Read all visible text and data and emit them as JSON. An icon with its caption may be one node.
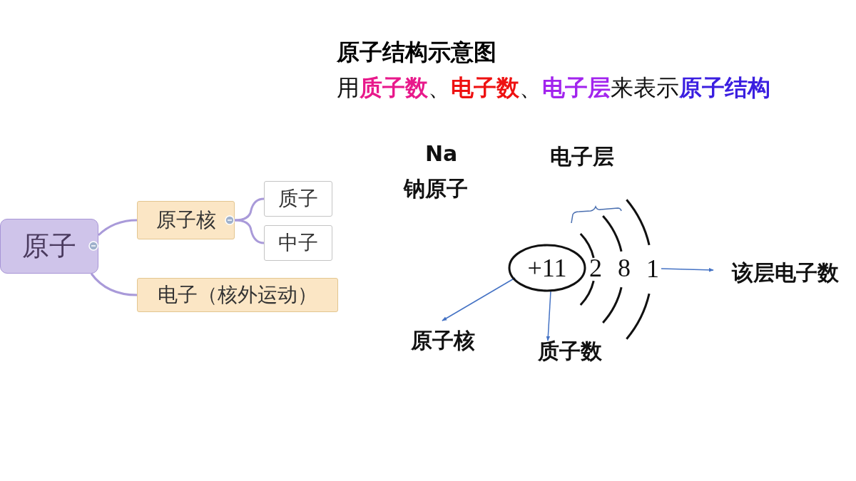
{
  "diagram": {
    "title": "原子结构示意图",
    "nodes": [
      {
        "text": [
          "原子"
        ]
      },
      {
        "text": [
          "原子核"
        ]
      },
      {
        "text": [
          "质子"
        ]
      },
      {
        "text": [
          "中子"
        ]
      },
      {
        "text": [
          "电子（核外运动）"
        ]
      },
      {
        "text": [
          "+11"
        ]
      },
      {
        "text": [
          "1"
        ]
      },
      {
        "text": [
          "原子核"
        ]
      },
      {
        "text": [
          "质子数"
        ]
      },
      {
        "text": [
          "该层电子数"
        ]
      }
    ],
    "edges": [
      {
        "from": 0,
        "to": 1,
        "arrow": "none",
        "color": "#a99ad9"
      },
      {
        "from": 1,
        "to": 2,
        "arrow": "none",
        "color": "#a99ad9"
      },
      {
        "from": 1,
        "to": 3,
        "arrow": "none",
        "color": "#a99ad9"
      },
      {
        "from": 0,
        "to": 4,
        "arrow": "none",
        "color": "#a99ad9"
      },
      {
        "from": 5,
        "to": 7,
        "arrow": "to",
        "color": "#4472c4"
      },
      {
        "from": 5,
        "to": 8,
        "arrow": "to",
        "color": "#4472c4"
      },
      {
        "from": 6,
        "to": 9,
        "arrow": "to",
        "color": "#4472c4"
      }
    ],
    "labels": [
      "用**质子数**、**电子数**、**电子层**来表示**原子结构**",
      "Na",
      "钠原子",
      "电子层",
      "2",
      "8"
    ]
  }
}
